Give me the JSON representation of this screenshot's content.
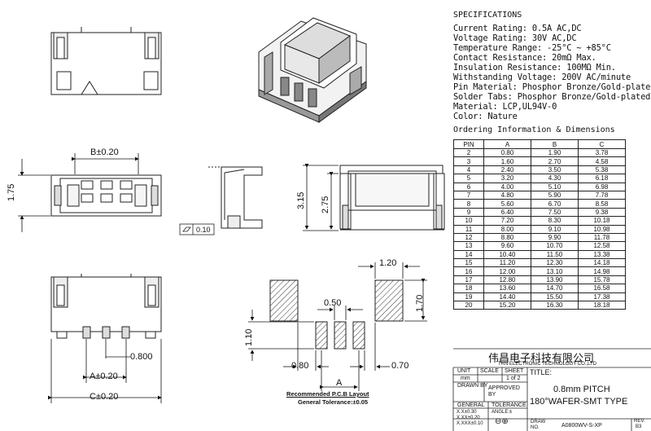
{
  "specifications": {
    "heading": "SPECIFICATIONS",
    "lines": [
      "Current Rating: 0.5A AC,DC",
      "Voltage Rating: 30V AC,DC",
      "Temperature Range: -25°C ~ +85°C",
      "Contact Resistance: 20mΩ Max.",
      "Insulation Resistance: 100MΩ Min.",
      "Withstanding Voltage: 200V AC/minute",
      "Pin Material: Phosphor Bronze/Gold-plated",
      "Solder Tabs: Phosphor Bronze/Gold-plated",
      "Material: LCP,UL94V-0",
      "Color: Nature"
    ]
  },
  "ordering": {
    "heading": "Ordering Information & Dimensions",
    "columns": [
      "PIN",
      "A",
      "B",
      "C"
    ],
    "rows": [
      [
        "2",
        "0.80",
        "1.90",
        "3.78"
      ],
      [
        "3",
        "1.60",
        "2.70",
        "4.58"
      ],
      [
        "4",
        "2.40",
        "3.50",
        "5.38"
      ],
      [
        "5",
        "3.20",
        "4.30",
        "6.18"
      ],
      [
        "6",
        "4.00",
        "5.10",
        "6.98"
      ],
      [
        "7",
        "4.80",
        "5.90",
        "7.78"
      ],
      [
        "8",
        "5.60",
        "6.70",
        "8.58"
      ],
      [
        "9",
        "6.40",
        "7.50",
        "9.38"
      ],
      [
        "10",
        "7.20",
        "8.30",
        "10.18"
      ],
      [
        "11",
        "8.00",
        "9.10",
        "10.98"
      ],
      [
        "12",
        "8.80",
        "9.90",
        "11.78"
      ],
      [
        "13",
        "9.60",
        "10.70",
        "12.58"
      ],
      [
        "14",
        "10.40",
        "11.50",
        "13.38"
      ],
      [
        "15",
        "11.20",
        "12.30",
        "14.18"
      ],
      [
        "16",
        "12.00",
        "13.10",
        "14.98"
      ],
      [
        "17",
        "12.80",
        "13.90",
        "15.78"
      ],
      [
        "18",
        "13.60",
        "14.70",
        "16.58"
      ],
      [
        "19",
        "14.40",
        "15.50",
        "17.38"
      ],
      [
        "20",
        "15.20",
        "16.30",
        "18.18"
      ]
    ]
  },
  "title_block": {
    "company_cn": "伟昌电子科技有限公司",
    "company_en": "TRN ELECTRONIC TECHNOLOGY CO.,LTD",
    "unit_label": "UNIT",
    "unit_value": "mm",
    "scale_label": "SCALE",
    "sheet_label": "SHEET",
    "sheet_value": "1 of 2",
    "title_label": "TITLE:",
    "title_line1": "0.8mm PITCH",
    "title_line2": "180°WAFER-SMT TYPE",
    "drawn_by": "DRAWN BY",
    "approved_by": "APPROVED BY",
    "general_label": "GENERAL",
    "tolerance_label": "TOLERANCE",
    "tol1": "X.X±0.30",
    "tol2": "X.XX±0.20",
    "tol3": "X.XXX±0.10",
    "angle_label": "ANGLE:±",
    "draw_no_label": "DRAW NO.",
    "draw_no": "A0800WV-S-XP",
    "rev_label": "REV.",
    "rev_value": "B3"
  },
  "dimensions": {
    "b": "B±0.20",
    "a": "A±0.20",
    "c": "C±0.20",
    "h175": "1.75",
    "h315": "3.15",
    "h275": "2.75",
    "flat": "0.10",
    "w800": "0.800",
    "p120": "1.20",
    "p170": "1.70",
    "p050": "0.50",
    "p110": "1.10",
    "p080": "0.80",
    "p070": "0.70",
    "pa": "A"
  },
  "pcb_note": {
    "line1": "Recommended P.C.B Layout",
    "line2": "General Tolerance:±0.05"
  }
}
